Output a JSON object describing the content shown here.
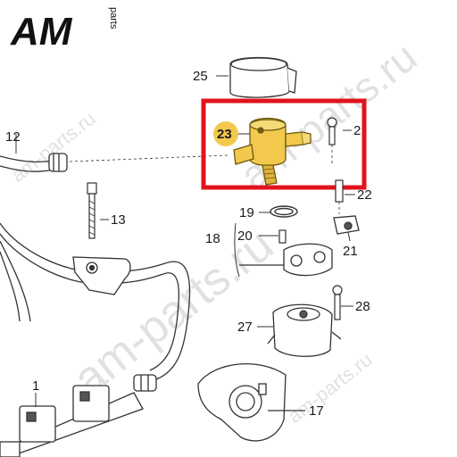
{
  "logo": {
    "main": "AM",
    "sub": "parts"
  },
  "watermarks": [
    "am-parts.ru",
    "am-parts.ru",
    "am-parts.ru",
    "am-parts.ru"
  ],
  "highlight": {
    "color": "#e0141e",
    "label_bg": "#f2c94c"
  },
  "parts": {
    "p1": "1",
    "p2": "2",
    "p12": "12",
    "p13": "13",
    "p17": "17",
    "p18": "18",
    "p19": "19",
    "p20": "20",
    "p21": "21",
    "p22": "22",
    "p23": "23",
    "p25": "25",
    "p27": "27",
    "p28": "28"
  }
}
